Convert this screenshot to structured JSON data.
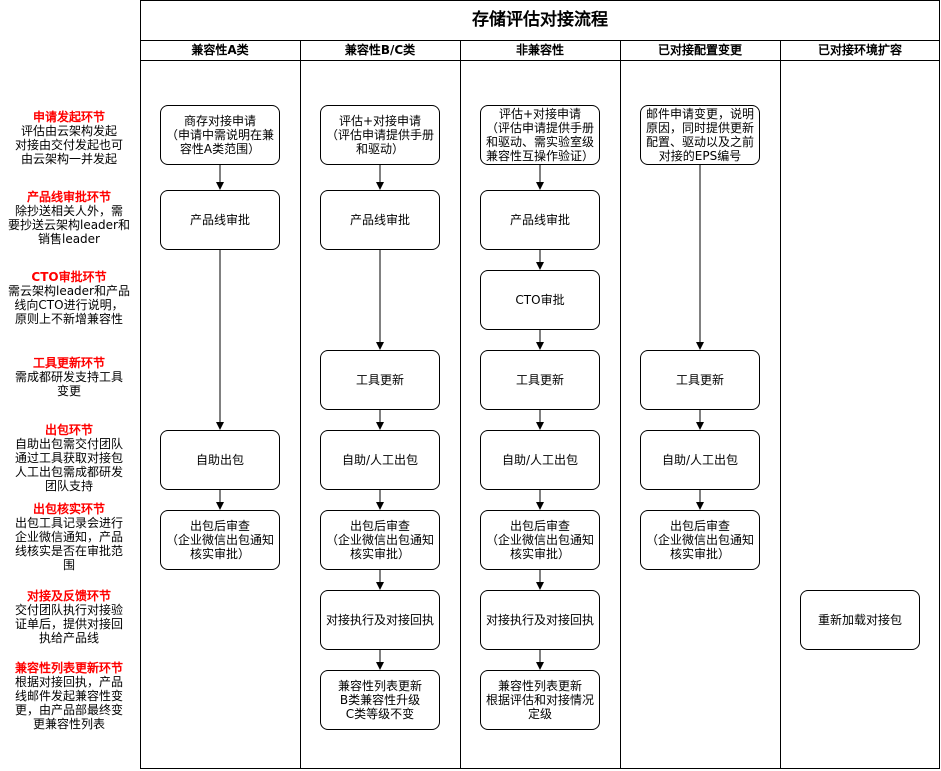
{
  "title": "存储评估对接流程",
  "columns": [
    "兼容性A类",
    "兼容性B/C类",
    "非兼容性",
    "已对接配置变更",
    "已对接环境扩容"
  ],
  "stages": [
    {
      "heading": "申请发起环节",
      "desc": "评估由云架构发起\n对接由交付发起也可\n由云架构一并发起"
    },
    {
      "heading": "产品线审批环节",
      "desc": "除抄送相关人外，需\n要抄送云架构leader和\n销售leader"
    },
    {
      "heading": "CTO审批环节",
      "desc": "需云架构leader和产品\n线向CTO进行说明，\n原则上不新增兼容性"
    },
    {
      "heading": "工具更新环节",
      "desc": "需成都研发支持工具\n变更"
    },
    {
      "heading": "出包环节",
      "desc": "自助出包需交付团队\n通过工具获取对接包\n人工出包需成都研发\n团队支持"
    },
    {
      "heading": "出包核实环节",
      "desc": "出包工具记录会进行\n企业微信通知，产品\n线核实是否在审批范\n围"
    },
    {
      "heading": "对接及反馈环节",
      "desc": "交付团队执行对接验\n证单后，提供对接回\n执给产品线"
    },
    {
      "heading": "兼容性列表更新环节",
      "desc": "根据对接回执，产品\n线邮件发起兼容性变\n更，由产品部最终变\n更兼容性列表"
    }
  ],
  "nodes": {
    "a_apply": "商存对接申请\n（申请中需说明在兼\n容性A类范围）",
    "a_approve": "产品线审批",
    "a_package": "自助出包",
    "a_review": "出包后审查\n（企业微信出包通知\n核实审批）",
    "bc_apply": "评估+对接申请\n（评估申请提供手册\n和驱动）",
    "bc_approve": "产品线审批",
    "bc_tool": "工具更新",
    "bc_package": "自助/人工出包",
    "bc_review": "出包后审查\n（企业微信出包通知\n核实审批）",
    "bc_execute": "对接执行及对接回执",
    "bc_list": "兼容性列表更新\nB类兼容性升级\nC类等级不变",
    "nc_apply": "评估+对接申请\n（评估申请提供手册\n和驱动、需实验室级\n兼容性互操作验证）",
    "nc_approve": "产品线审批",
    "nc_cto": "CTO审批",
    "nc_tool": "工具更新",
    "nc_package": "自助/人工出包",
    "nc_review": "出包后审查\n（企业微信出包通知\n核实审批）",
    "nc_execute": "对接执行及对接回执",
    "nc_list": "兼容性列表更新\n根据评估和对接情况\n定级",
    "cc_apply": "邮件申请变更，说明\n原因，同时提供更新\n配置、驱动以及之前\n对接的EPS编号",
    "cc_tool": "工具更新",
    "cc_package": "自助/人工出包",
    "cc_review": "出包后审查\n（企业微信出包通知\n核实审批）",
    "ex_reload": "重新加载对接包"
  }
}
